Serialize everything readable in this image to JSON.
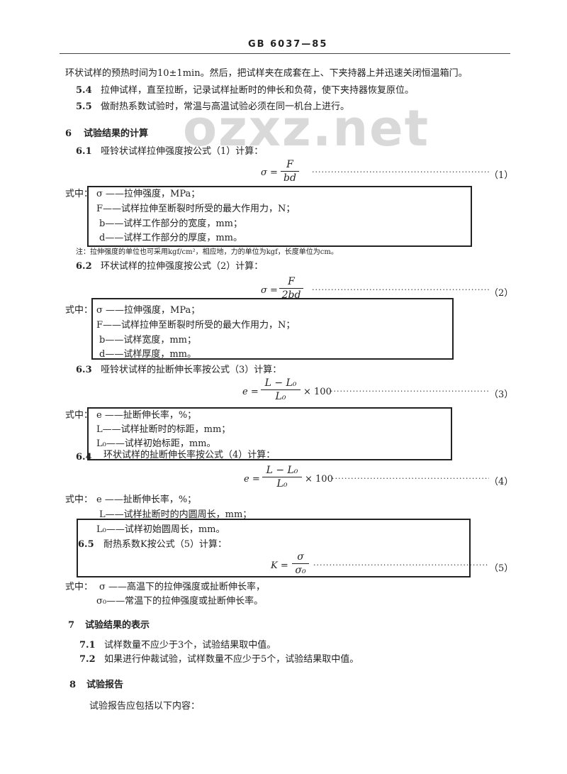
{
  "header": {
    "code": "GB 6037—85"
  },
  "watermark": "ozxz.net",
  "p_top": "环状试样的预热时间为10±1min。然后，把试样夹在成套在上、下夹持器上并迅速关闭恒温箱门。",
  "s5_4": {
    "num": "5.4",
    "text": "拉伸试样，直至拉断，记录试样扯断时的伸长和负荷，使下夹持器恢复原位。"
  },
  "s5_5": {
    "num": "5.5",
    "text": "做耐热系数试验时，常温与高温试验必须在同一机台上进行。"
  },
  "sec6": {
    "num": "6",
    "title": "试验结果的计算"
  },
  "s6_1": {
    "num": "6.1",
    "text": "哑铃状试样拉伸强度按公式（1）计算："
  },
  "eq1": {
    "lhs": "σ =",
    "num": "F",
    "den": "bd",
    "no": "（1）"
  },
  "where1": {
    "label": "式中：",
    "l1": "σ ——拉伸强度，MPa；",
    "l2": "F——试样拉伸至断裂时所受的最大作用力，N；",
    "l3": "b——试样工作部分的宽度，mm；",
    "l4": "d——试样工作部分的厚度，mm。"
  },
  "note1": "注：拉伸强度的单位也可采用kgf/cm²，相应地，力的单位为kgf，长度单位为cm。",
  "s6_2": {
    "num": "6.2",
    "text": "环状试样的拉伸强度按公式（2）计算："
  },
  "eq2": {
    "lhs": "σ =",
    "num": "F",
    "den": "2bd",
    "no": "（2）"
  },
  "where2": {
    "label": "式中：",
    "l1": "σ ——拉伸强度，MPa；",
    "l2": "F——试样拉伸至断裂时所受的最大作用力，N；",
    "l3": "b——试样宽度，mm；",
    "l4": "d——试样厚度，mm。"
  },
  "s6_3": {
    "num": "6.3",
    "text": "哑铃状试样的扯断伸长率按公式（3）计算："
  },
  "eq3": {
    "lhs": "e =",
    "num": "L − L₀",
    "den": "L₀",
    "mult": "× 100",
    "no": "（3）"
  },
  "where3": {
    "label": "式中：",
    "l1": "e ——扯断伸长率，%；",
    "l2": "L——试样扯断时的标距，mm；",
    "l3": "L₀——试样初始标距，mm。"
  },
  "s6_4": {
    "num": "6.4",
    "text": "环状试样的扯断伸长率按公式（4）计算："
  },
  "eq4": {
    "lhs": "e =",
    "num": "L − L₀",
    "den": "L₀",
    "mult": "× 100",
    "no": "（4）"
  },
  "where4": {
    "label": "式中：",
    "l1": "e ——扯断伸长率，%；",
    "l2": "L——试样扯断时的内圆周长，mm；",
    "l3": "L₀——试样初始圆周长，mm。"
  },
  "s6_5": {
    "num": "6.5",
    "text": "耐热系数K按公式（5）计算："
  },
  "eq5": {
    "lhs": "K =",
    "num": "σ",
    "den": "σ₀",
    "no": "（5）"
  },
  "where5": {
    "label": "式中：",
    "l1": "σ ——高温下的拉伸强度或扯断伸长率，",
    "l2": "σ₀——常温下的拉伸强度或扯断伸长率。"
  },
  "sec7": {
    "num": "7",
    "title": "试验结果的表示"
  },
  "s7_1": {
    "num": "7.1",
    "text": "试样数量不应少于3个，试验结果取中值。"
  },
  "s7_2": {
    "num": "7.2",
    "text": "如果进行仲裁试验，试样数量不应少于5个，试验结果取中值。"
  },
  "sec8": {
    "num": "8",
    "title": "试验报告"
  },
  "p_end": "试验报告应包括以下内容："
}
